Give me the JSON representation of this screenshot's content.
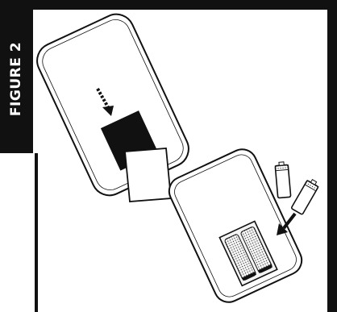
{
  "figure": {
    "label": "FIGURE 2",
    "colors": {
      "ink": "#111111",
      "paper": "#ffffff",
      "panel_fill": "#f4f4f4"
    }
  },
  "illustration": {
    "steps": [
      {
        "name": "remove-battery-cover",
        "icon": "down-arrow-icon"
      },
      {
        "name": "insert-batteries",
        "icon": "down-arrow-icon"
      }
    ],
    "battery_count": 2
  }
}
